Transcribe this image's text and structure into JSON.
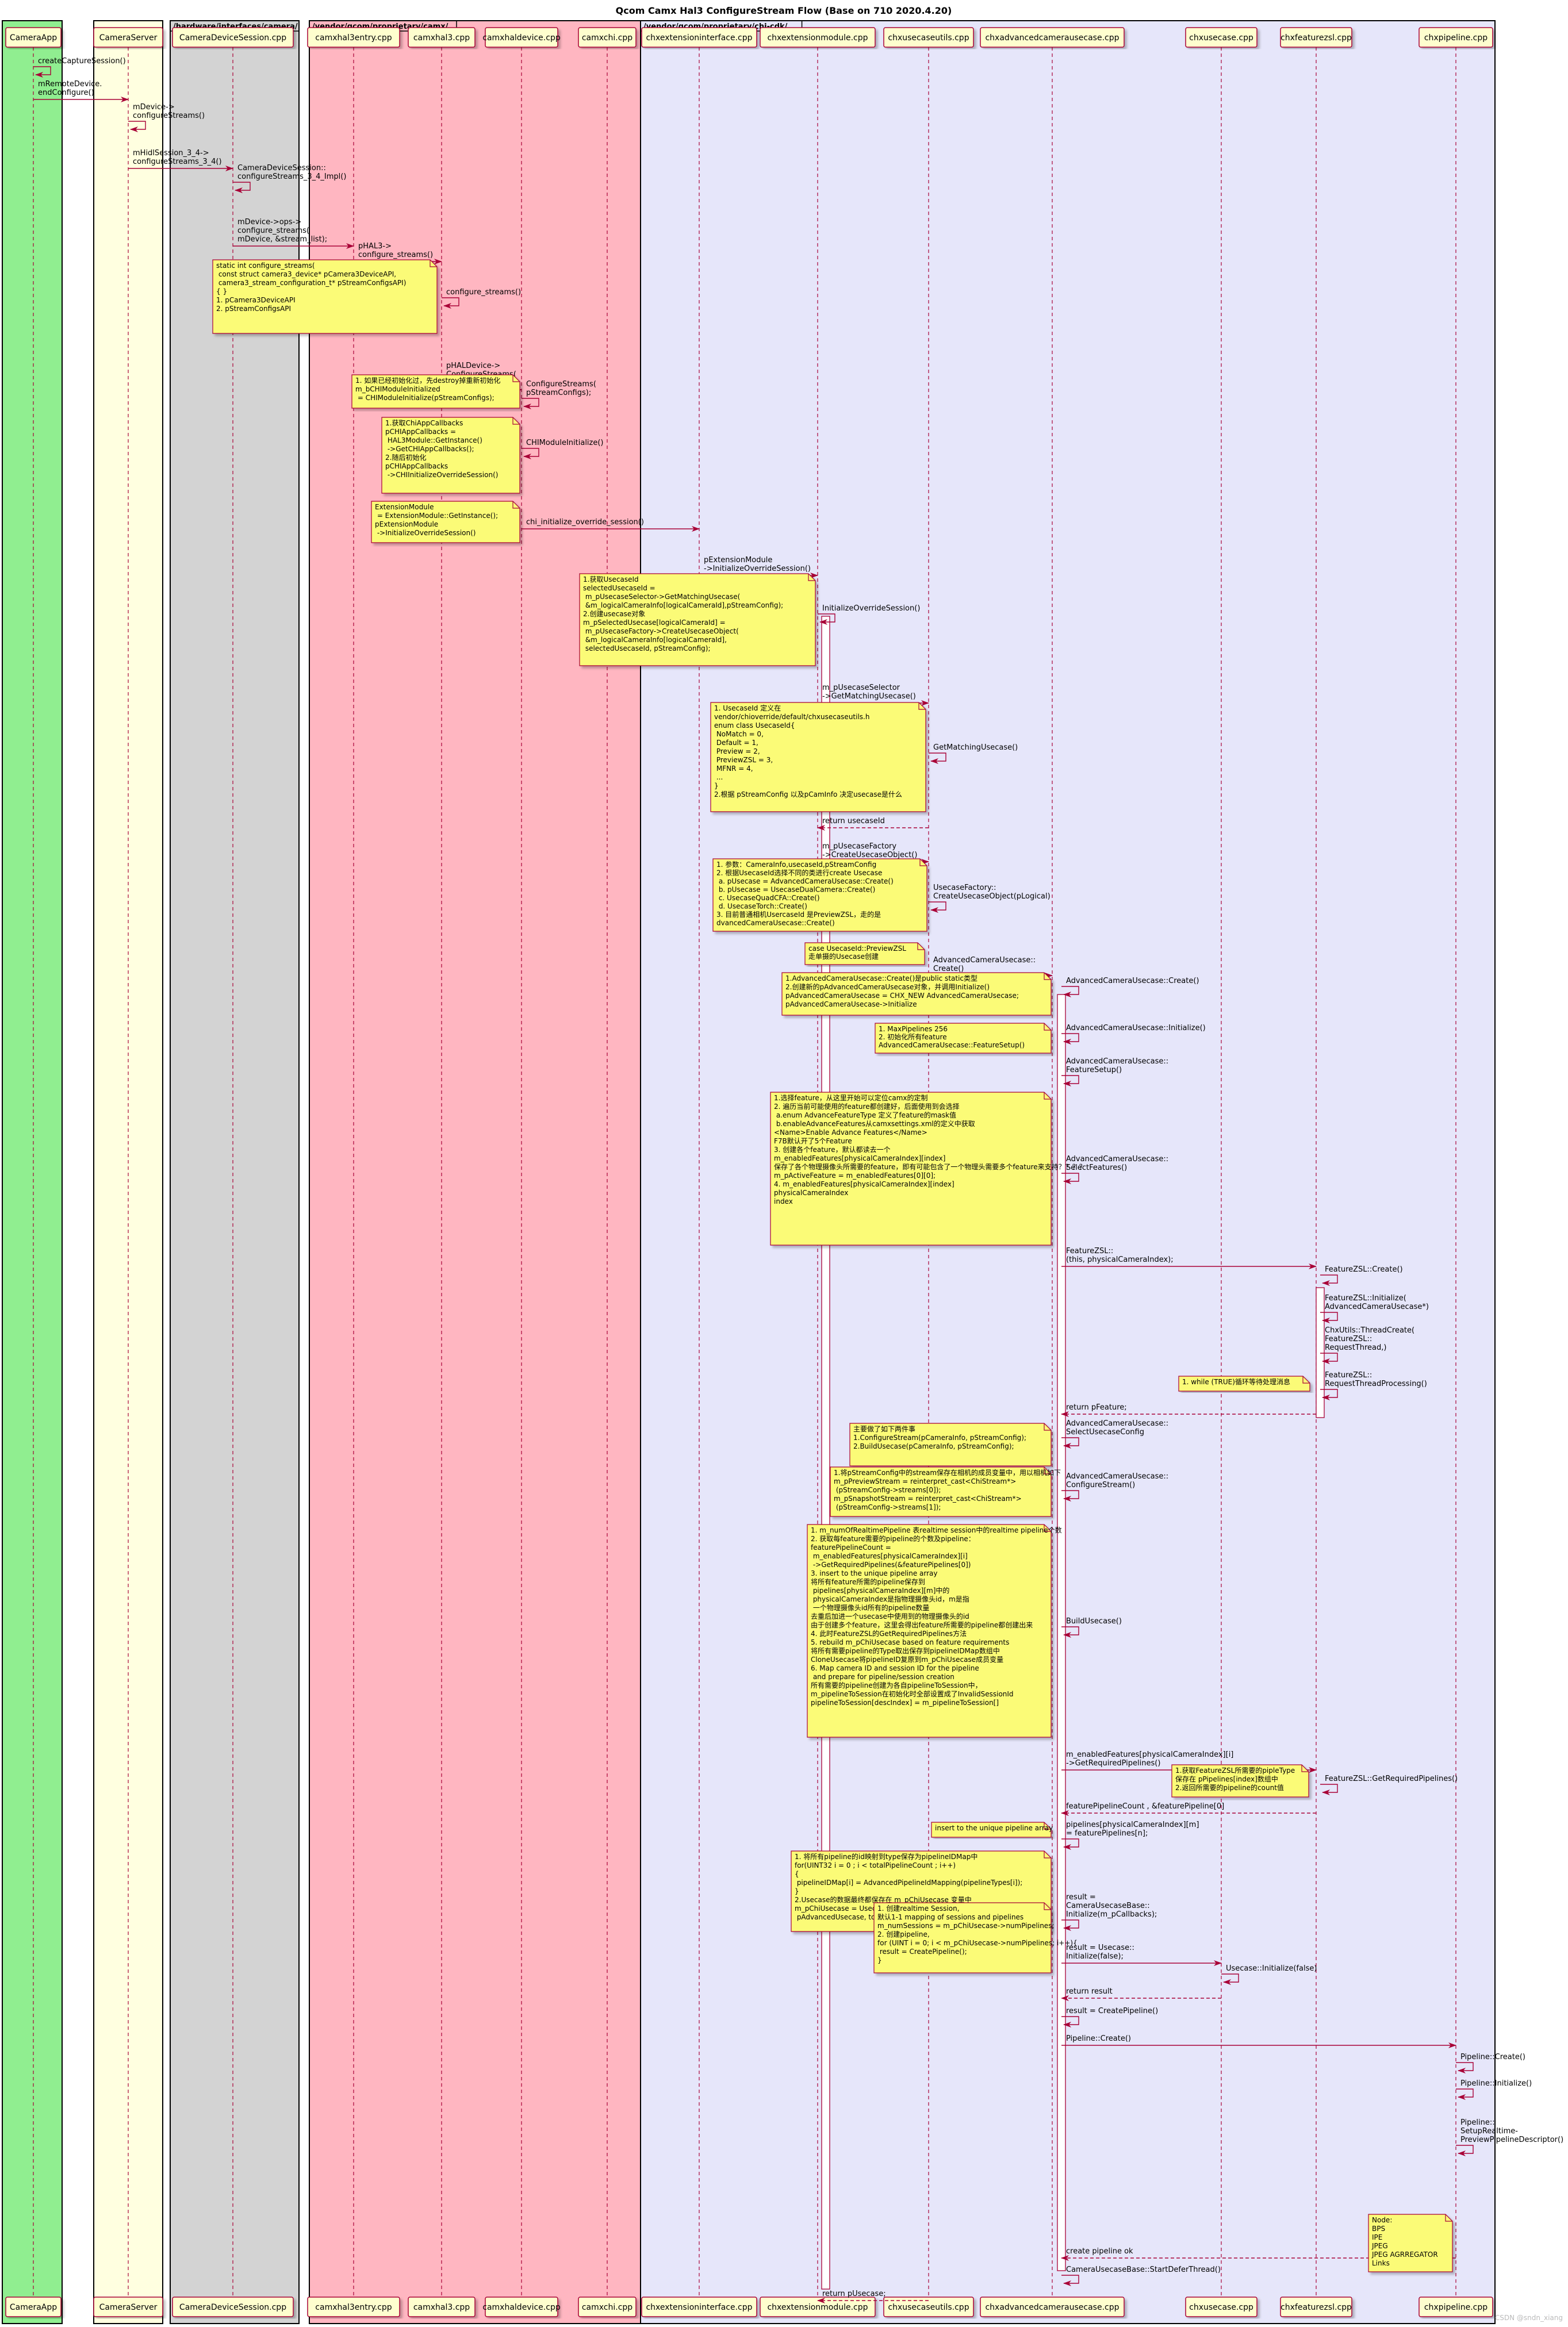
{
  "title": "Qcom Camx Hal3 ConfigureStream Flow (Base on 710 2020.4.20)",
  "watermark": "CSDN @sndn_xiang",
  "colors": {
    "accent": "#a80036",
    "note_bg": "#fbfb77",
    "participant_bg": "#fefece",
    "group_app": "#90ee90",
    "group_server": "#ffffe0",
    "group_hw": "#d3d3d3",
    "group_vendor_camx": "#ffb6c1",
    "group_chi_cdk": "#e6e6fa"
  },
  "groups": [
    {
      "key": "app",
      "label": ""
    },
    {
      "key": "server",
      "label": ""
    },
    {
      "key": "hw",
      "label": "/hardware/interfaces/camera/"
    },
    {
      "key": "vendor",
      "label": "/vendor/qcom/proprietary/camx/"
    },
    {
      "key": "chi",
      "label": "/vendor/qcom/proprietary/chi-cdk/"
    }
  ],
  "participants": [
    "CameraApp",
    "CameraServer",
    "CameraDeviceSession.cpp",
    "camxhal3entry.cpp",
    "camxhal3.cpp",
    "camxhaldevice.cpp",
    "camxchi.cpp",
    "chxextensioninterface.cpp",
    "chxextensionmodule.cpp",
    "chxusecaseutils.cpp",
    "chxadvancedcamerausecase.cpp",
    "chxusecase.cpp",
    "chxfeaturezsl.cpp",
    "chxpipeline.cpp"
  ],
  "messages": [
    "createCaptureSession()",
    "mRemoteDevice.\nendConfigure()",
    "mDevice->\nconfigureStreams()",
    "mHidlSession_3_4->\nconfigureStreams_3_4()",
    "CameraDeviceSession::\nconfigureStreams_3_4_Impl()",
    "mDevice->ops->\nconfigure_streams(\nmDevice, &stream_list);",
    "pHAL3->\nconfigure_streams()",
    "configure_streams()",
    "pHALDevice->\nConfigureStreams(\npStreamConfigs);",
    "ConfigureStreams(\npStreamConfigs);",
    "CHIModuleInitialize()",
    "chi_initialize_override_session()",
    "pExtensionModule\n->InitializeOverrideSession()",
    "InitializeOverrideSession()",
    "m_pUsecaseSelector\n->GetMatchingUsecase()",
    "GetMatchingUsecase()",
    "return usecaseId",
    "m_pUsecaseFactory\n->CreateUsecaseObject()",
    "UsecaseFactory::\nCreateUsecaseObject(pLogical)",
    "AdvancedCameraUsecase::\nCreate()",
    "AdvancedCameraUsecase::Create()",
    "AdvancedCameraUsecase::Initialize()",
    "AdvancedCameraUsecase::\nFeatureSetup()",
    "AdvancedCameraUsecase::\nSelectFeatures()",
    "FeatureZSL::\n(this, physicalCameraIndex);",
    "FeatureZSL::Create()",
    "FeatureZSL::Initialize(\nAdvancedCameraUsecase*)",
    "ChxUtils::ThreadCreate(\nFeatureZSL::\nRequestThread,)",
    "FeatureZSL::\nRequestThreadProcessing()",
    "return pFeature;",
    "AdvancedCameraUsecase::\nSelectUsecaseConfig",
    "AdvancedCameraUsecase::\nConfigureStream()",
    "BuildUsecase()",
    "m_enabledFeatures[physicalCameraIndex][i]\n->GetRequiredPipelines()",
    "FeatureZSL::GetRequiredPipelines()",
    "featurePipelineCount , &featurePipeline[0]",
    "pipelines[physicalCameraIndex][m]\n= featurePipelines[n];",
    "result =\nCameraUsecaseBase::\nInitialize(m_pCallbacks);",
    "result = Usecase::\nInitialize(false);",
    "Usecase::Initialize(false)",
    "return result",
    "result = CreatePipeline()",
    "Pipeline::Create()",
    "Pipeline::Create()",
    "Pipeline::Initialize()",
    "Pipeline::\nSetupRealtime-\nPreviewPipelineDescriptor()",
    "create pipeline ok",
    "CameraUsecaseBase::StartDeferThread()",
    "return pUsecase;"
  ],
  "notes": [
    "static int configure_streams(\n    const struct camera3_device*    pCamera3DeviceAPI,\n    camera3_stream_configuration_t* pStreamConfigsAPI)\n{ }\n1. pCamera3DeviceAPI\n\n2. pStreamConfigsAPI",
    "1. 如果已经初始化过，先destroy掉重新初始化\nm_bCHIModuleInitialized\n    = CHIModuleInitialize(pStreamConfigs);",
    "1.获取ChiAppCallbacks\npCHIAppCallbacks  =\n    HAL3Module::GetInstance()\n    ->GetCHIAppCallbacks();\n\n2.随后初始化\npCHIAppCallbacks\n    ->CHIInitializeOverrideSession()",
    "ExtensionModule\n    = ExtensionModule::GetInstance();\npExtensionModule\n    ->InitializeOverrideSession()",
    "1.获取UsecaseId\nselectedUsecaseId =\n    m_pUsecaseSelector->GetMatchingUsecase(\n    &m_logicalCameraInfo[logicalCameraId],pStreamConfig);\n\n2.创建usecase对象\nm_pSelectedUsecase[logicalCameraId] =\n    m_pUsecaseFactory->CreateUsecaseObject(\n    &m_logicalCameraInfo[logicalCameraId],\n    selectedUsecaseId, pStreamConfig);",
    "1. UsecaseId 定义在\nvendor/chioverride/default/chxusecaseutils.h\nenum class UsecaseId{\n    NoMatch         = 0,\n    Default         = 1,\n    Preview         = 2,\n    PreviewZSL      = 3,\n    MFNR            = 4,\n    ...\n}\n\n2.根据 pStreamConfig 以及pCamInfo 决定usecase是什么",
    "1. 参数：CameraInfo,usecaseId,pStreamConfig\n2. 根据UsecaseId选择不同的类进行create Usecase\n    a. pUsecase = AdvancedCameraUsecase::Create()\n    b. pUsecase = UsecaseDualCamera::Create()\n    c. UsecaseQuadCFA::Create()\n    d. UsecaseTorch::Create()\n3. 目前普通相机UsercaseId 是PreviewZSL，走的是\ndvancedCameraUsecase::Create()",
    "case UsecaseId::PreviewZSL\n走单摄的Usecase创建",
    "1.AdvancedCameraUsecase::Create()是public static类型\n2.创建新的pAdvancedCameraUsecase对象，并调用Initialize()\npAdvancedCameraUsecase = CHX_NEW AdvancedCameraUsecase;\npAdvancedCameraUsecase->Initialize",
    "1. MaxPipelines 256\n2. 初始化所有feature\nAdvancedCameraUsecase::FeatureSetup()",
    "1.选择feature，从这里开始可以定位camx的定制\n2. 遍历当前可能使用的feature都创建好，后面使用到会选择\n    a.enum AdvanceFeatureType 定义了feature的mask值\n    b.enableAdvanceFeatures从camxsettings.xml的定义中获取\n<Name>Enable Advance Features</Name>\nF7B默认开了5个Feature\n3. 创建各个feature，默认都读去一个\nm_enabledFeatures[physicalCameraIndex][index]\n保存了各个物理摄像头所需要的feature，即有可能包含了一个物理头需要多个feature来支持？？？？\nm_pActiveFeature = m_enabledFeatures[0][0];\n4. m_enabledFeatures[physicalCameraIndex][index]\nphysicalCameraIndex\nindex",
    "1. while (TRUE)循环等待处理消息",
    "主要做了如下两件事\n1.ConfigureStream(pCameraInfo, pStreamConfig);\n2.BuildUsecase(pCameraInfo, pStreamConfig);",
    "1.将pStreamConfig中的stream保存在相机的成员变量中，用以相机如下\nm_pPreviewStream  =  reinterpret_cast<ChiStream*>\n    (pStreamConfig->streams[0]);\nm_pSnapshotStream = reinterpret_cast<ChiStream*>\n    (pStreamConfig->streams[1]);",
    "1. m_numOfRealtimePipeline 表realtime session中的realtime pipeline个数\n2. 获取每feature需要的pipeline的个数及pipeline：\nfeaturePipelineCount =\n    m_enabledFeatures[physicalCameraIndex][i]\n    ->GetRequiredPipelines(&featurePipelines[0])\n3. insert to the unique pipeline array\n将所有feature所需的pipeline保存到\n    pipelines[physicalCameraIndex][m]中的\n    physicalCameraIndex是指物理摄像头id，m是指\n    一个物理摄像头id所有的pipeline数量\n去重后加进一个usecase中使用到的物理摄像头的id\n由于创建多个feature，这里会得出feature所需要的pipeline都创建出来\n4. 此时FeatureZSL的GetRequiredPipelines方法\n5. rebuild m_pChiUsecase based on feature requirements\n将所有需要pipeline的Type取出保存到pipelineIDMap数组中\nCloneUsecase将pipelineID复原到m_pChiUsecase成员变量\n6. Map camera ID and session ID for the pipeline\n  and prepare for pipeline/session creation\n所有需要的pipeline创建为各自pipelineToSession中，\nm_pipelineToSession在初始化时全部设置成了InvalidSessionId\npipelineToSession[descIndex] = m_pipelineToSession[]",
    "1.获取FeatureZSL所需要的pipleType\n保存在 pPipelines[index]数组中\n2.返回所需要的pipeline的count值",
    "insert to the unique pipeline array",
    "1. 将所有pipeline的id映射到type保存为pipelineIDMap中\nfor(UINT32 i = 0 ; i < totalPipelineCount ; i++)\n{\n  pipelineIDMap[i] = AdvancedPipelineIdMapping(pipelineTypes[i]);\n}\n2.Usecase的数据最终都保存在 m_pChiUsecase 变量中\nm_pChiUsecase  = UsecaseSelector::CloneUsecase(\n    pAdvancedUsecase, totalPipelineCount, pipelineIDMap);",
    "1. 创建realtime Session,\n默认1-1 mapping of sessions and pipelines\nm_numSessions = m_pChiUsecase->numPipelines;\n2. 创建pipeline,\nfor (UINT i = 0; i < m_pChiUsecase->numPipelines; i++){\n    result = CreatePipeline();\n}",
    "Node:\nBPS\nIPE\nJPEG\nJPEG AGRREGATOR\nLinks"
  ]
}
